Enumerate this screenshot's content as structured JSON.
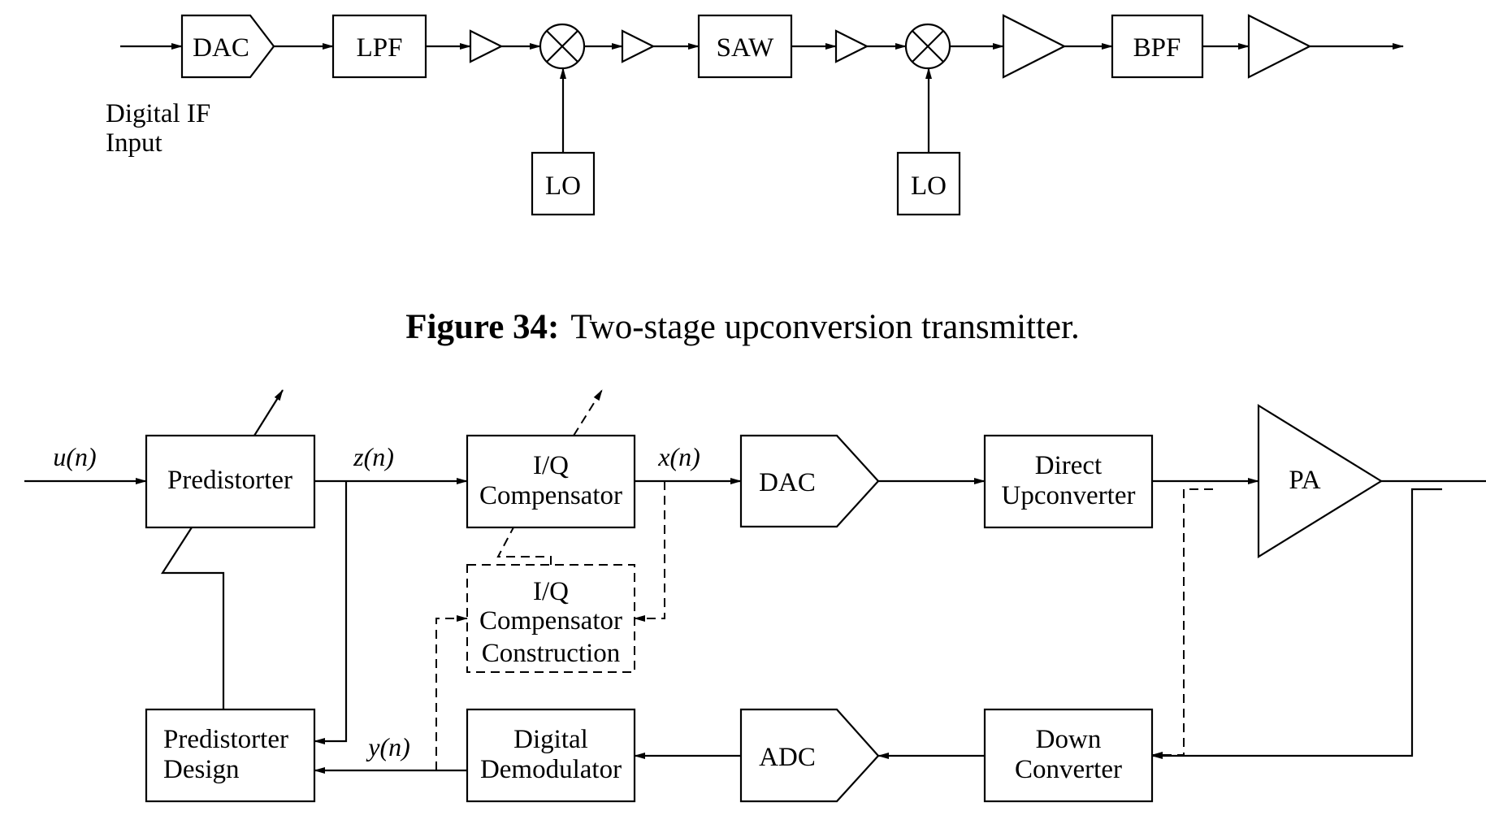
{
  "figure34": {
    "input_label_line1": "Digital IF",
    "input_label_line2": "Input",
    "dac": "DAC",
    "lpf": "LPF",
    "saw": "SAW",
    "bpf": "BPF",
    "lo1": "LO",
    "lo2": "LO",
    "caption_num": "Figure 34:",
    "caption_text": "Two-stage upconversion transmitter."
  },
  "figure35": {
    "u": "u(n)",
    "z": "z(n)",
    "x": "x(n)",
    "y": "y(n)",
    "predistorter": "Predistorter",
    "iq_comp_line1": "I/Q",
    "iq_comp_line2": "Compensator",
    "dac": "DAC",
    "upconv_line1": "Direct",
    "upconv_line2": "Upconverter",
    "pa": "PA",
    "iq_cons_line1": "I/Q",
    "iq_cons_line2": "Compensator",
    "iq_cons_line3": "Construction",
    "pd_design_line1": "Predistorter",
    "pd_design_line2": "Design",
    "demod_line1": "Digital",
    "demod_line2": "Demodulator",
    "adc": "ADC",
    "downconv_line1": "Down",
    "downconv_line2": "Converter"
  }
}
